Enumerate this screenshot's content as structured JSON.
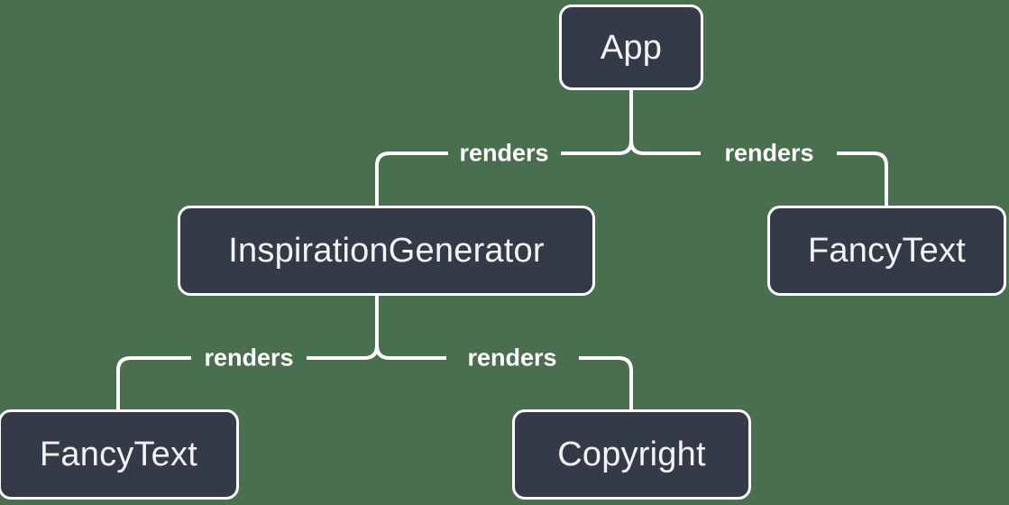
{
  "diagram": {
    "type": "component-tree",
    "background_color": "#4a6f4e",
    "node_fill_color": "#343a48",
    "node_border_color": "#ffffff",
    "text_color": "#f2f4f7",
    "edge_color": "#ffffff",
    "nodes": [
      {
        "id": "app",
        "label": "App"
      },
      {
        "id": "inspiration_generator",
        "label": "InspirationGenerator"
      },
      {
        "id": "fancy_text_right",
        "label": "FancyText"
      },
      {
        "id": "fancy_text_bottom",
        "label": "FancyText"
      },
      {
        "id": "copyright",
        "label": "Copyright"
      }
    ],
    "edges": [
      {
        "from": "app",
        "to": "inspiration_generator",
        "label": "renders"
      },
      {
        "from": "app",
        "to": "fancy_text_right",
        "label": "renders"
      },
      {
        "from": "inspiration_generator",
        "to": "fancy_text_bottom",
        "label": "renders"
      },
      {
        "from": "inspiration_generator",
        "to": "copyright",
        "label": "renders"
      }
    ]
  }
}
